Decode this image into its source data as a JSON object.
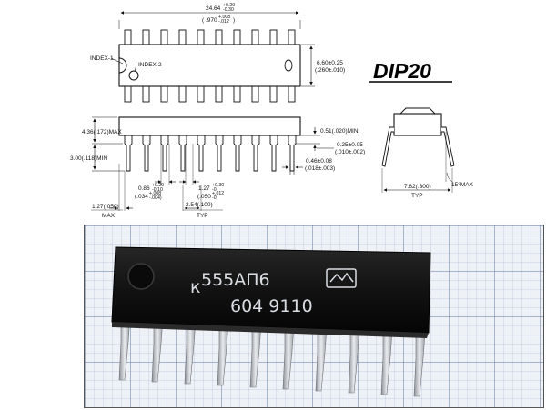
{
  "title": "DIP20",
  "top_view": {
    "length_mm": "24.64",
    "length_mm_tol_plus": "+0.20",
    "length_mm_tol_minus": "-0.30",
    "length_in": ".970",
    "length_in_tol_plus": "+.008",
    "length_in_tol_minus": "-.012",
    "index1_label": "INDEX-1",
    "index2_label": "INDEX-2",
    "width_mm": "6.60±0.25",
    "width_in": "(.260±.010)"
  },
  "side_view": {
    "height_max": "4.36(.172)MAX",
    "lead_len_min": "3.00(.118)MIN",
    "standoff_min": "0.51(.020)MIN",
    "thickness": "0.25±0.05",
    "thickness_in": "(.010±.002)",
    "lead_width": "0.46±0.08",
    "lead_width_in": "(.018±.003)",
    "shoulder_w": "0.86",
    "shoulder_w_tol_plus": "+0.20",
    "shoulder_w_tol_minus": "-0.10",
    "shoulder_w_in": "(.034",
    "shoulder_w_in_tol_plus": "+.008",
    "shoulder_w_in_tol_minus": "-.004)",
    "second_w": "1.27",
    "second_w_tol_plus": "+0.30",
    "second_w_tol_minus": "-0",
    "second_w_in": "(.050",
    "second_w_in_tol_plus": "+.012",
    "second_w_in_tol_minus": "-0)",
    "end_gap": "1.27(.050)",
    "end_gap_suffix": "MAX",
    "pitch": "2.54(.100)",
    "pitch_suffix": "TYP"
  },
  "end_view": {
    "row_spacing": "7.62(.300)",
    "row_spacing_suffix": "TYP",
    "angle": "15°MAX"
  },
  "chip_marking": {
    "line1": "555АП6",
    "line2": "604 9110",
    "prefix": "к"
  }
}
